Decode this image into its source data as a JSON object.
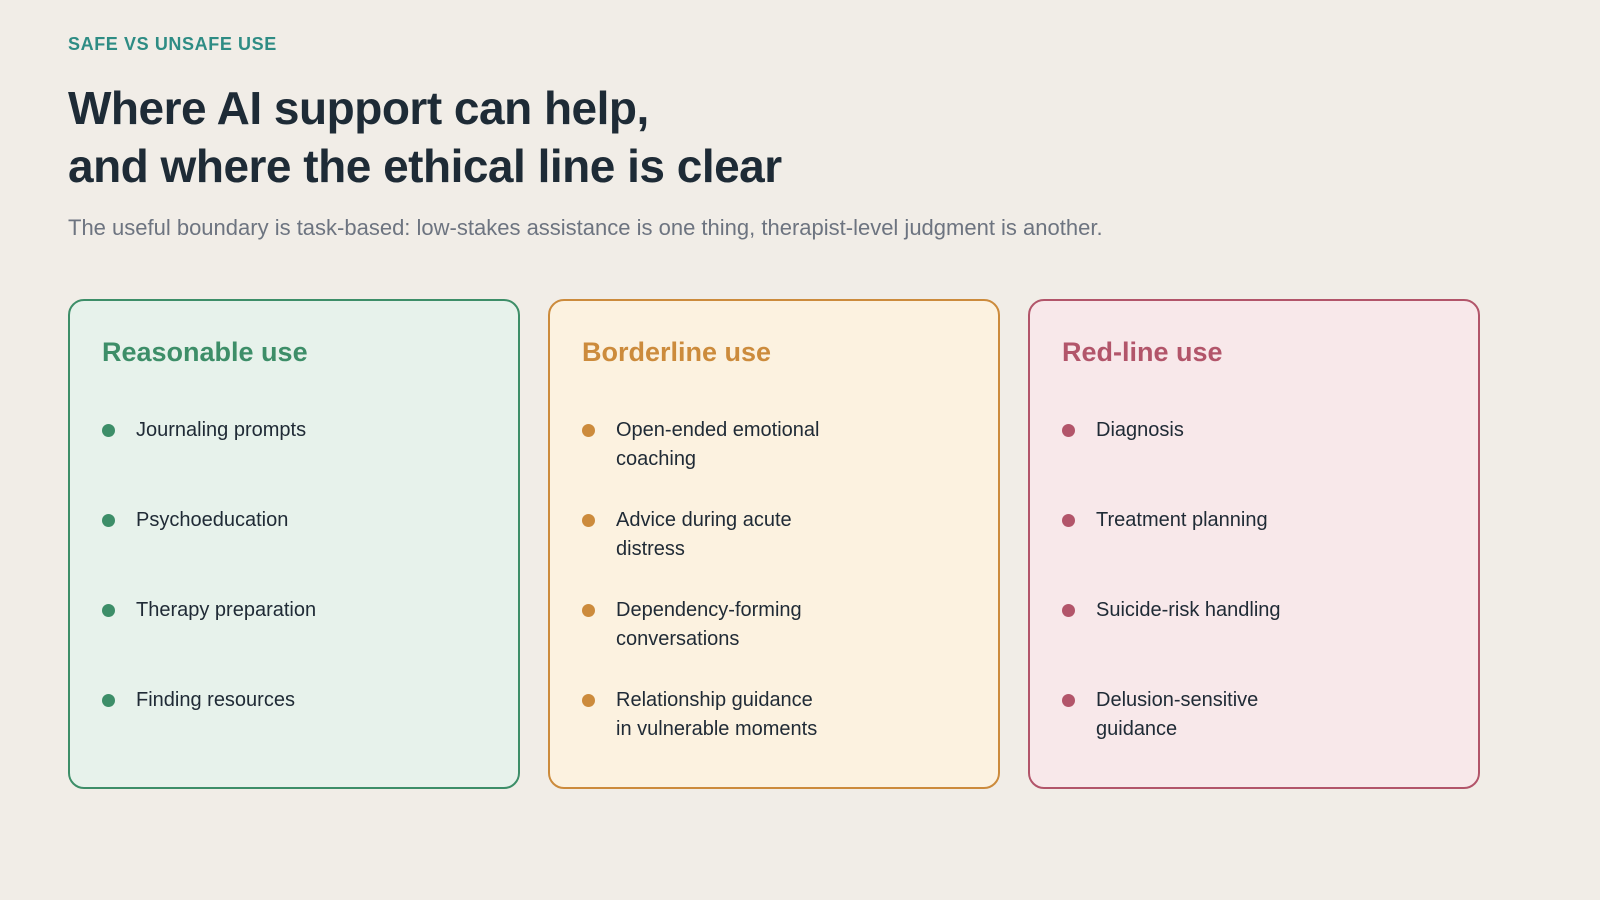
{
  "page": {
    "eyebrow": "SAFE VS UNSAFE USE",
    "title": "Where AI support can help,\nand where the ethical line is clear",
    "subtitle": "The useful boundary is task-based: low-stakes assistance is one thing, therapist-level judgment is another."
  },
  "colors": {
    "background": "#f1ede7",
    "eyebrow": "#2e8c84",
    "heading": "#1e2b36",
    "subtitle_text": "#6d7480"
  },
  "cards": [
    {
      "title": "Reasonable use",
      "accent": "#3d8e68",
      "bg": "#e7f2eb",
      "items": [
        "Journaling prompts",
        "Psychoeducation",
        "Therapy preparation",
        "Finding resources"
      ]
    },
    {
      "title": "Borderline use",
      "accent": "#cc8b3c",
      "bg": "#fcf2e0",
      "items": [
        "Open-ended emotional\ncoaching",
        "Advice during acute\ndistress",
        "Dependency-forming\nconversations",
        "Relationship guidance\nin vulnerable moments"
      ]
    },
    {
      "title": "Red-line use",
      "accent": "#b2556a",
      "bg": "#f8e8ea",
      "items": [
        "Diagnosis",
        "Treatment planning",
        "Suicide-risk handling",
        "Delusion-sensitive\nguidance"
      ]
    }
  ]
}
